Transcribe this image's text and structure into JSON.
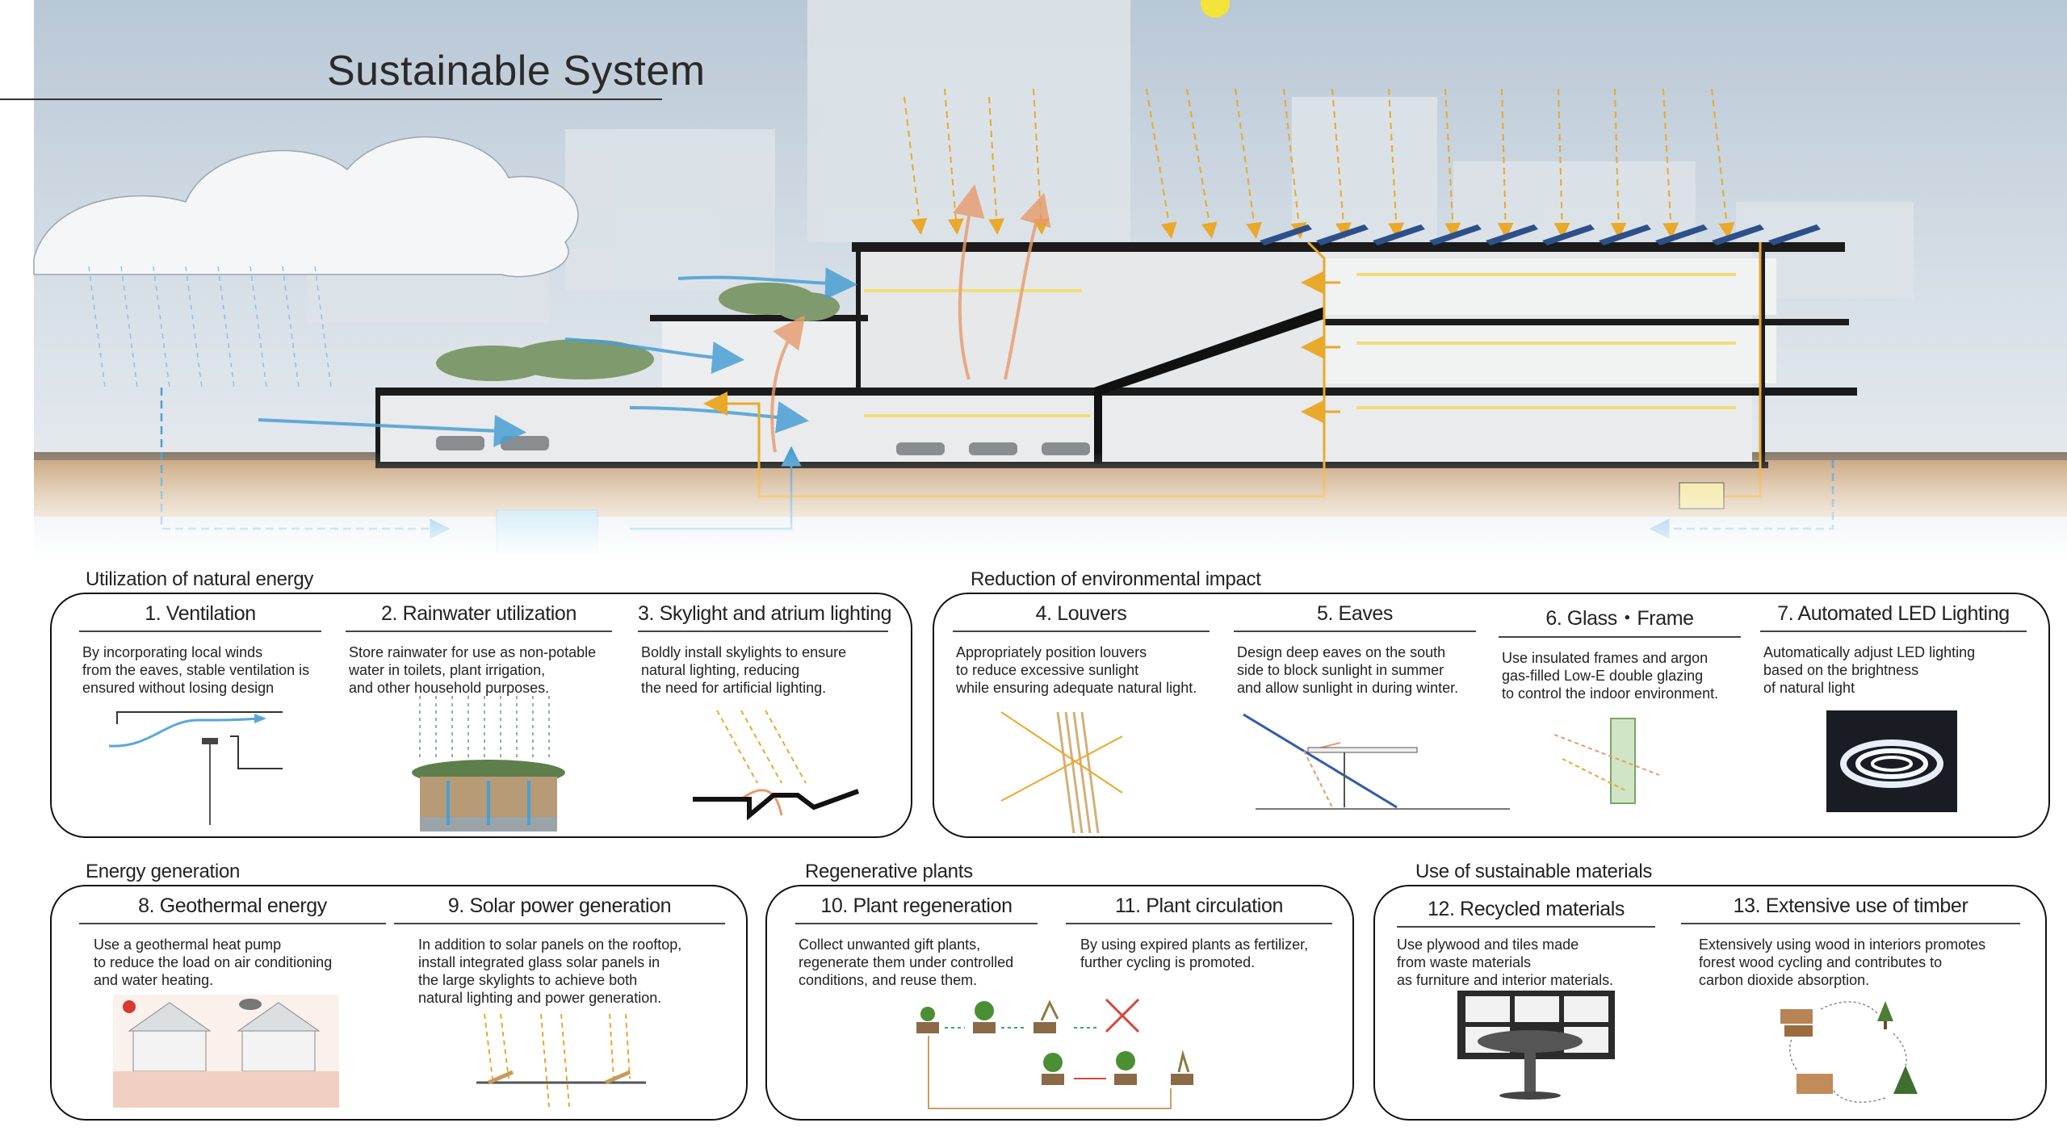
{
  "title": "Sustainable System",
  "groups": {
    "natural": {
      "label": "Utilization of natural energy",
      "items": [
        {
          "title": "1. Ventilation",
          "desc": [
            "By incorporating local winds",
            "from the eaves, stable ventilation is",
            "ensured without losing design"
          ]
        },
        {
          "title": "2. Rainwater utilization",
          "desc": [
            "Store rainwater for use as non-potable",
            "water in toilets, plant irrigation,",
            "and other household purposes."
          ]
        },
        {
          "title": "3. Skylight and atrium lighting",
          "desc": [
            "Boldly install skylights to ensure",
            "natural lighting, reducing",
            "the need for artificial lighting."
          ]
        }
      ]
    },
    "impact": {
      "label": "Reduction of environmental impact",
      "items": [
        {
          "title": "4. Louvers",
          "desc": [
            "Appropriately position louvers",
            "to reduce excessive sunlight",
            "while ensuring adequate natural light."
          ]
        },
        {
          "title": "5. Eaves",
          "desc": [
            "Design deep eaves on the south",
            "side to block sunlight in summer",
            "and allow sunlight in during winter."
          ]
        },
        {
          "title": "6. Glass・Frame",
          "desc": [
            "Use insulated frames and argon",
            "gas-filled Low-E double glazing",
            "to control the indoor environment."
          ]
        },
        {
          "title": "7. Automated LED Lighting",
          "desc": [
            "Automatically adjust LED lighting",
            "based on the brightness",
            "of natural light"
          ]
        }
      ]
    },
    "energy": {
      "label": "Energy generation",
      "items": [
        {
          "title": "8. Geothermal energy",
          "desc": [
            "Use a geothermal heat pump",
            "to reduce the load on air conditioning",
            "and water heating."
          ]
        },
        {
          "title": "9. Solar power generation",
          "desc": [
            "In addition to solar panels on the rooftop,",
            "install integrated glass solar panels in",
            "the large skylights to achieve both",
            "natural lighting and power generation."
          ]
        }
      ]
    },
    "plants": {
      "label": "Regenerative plants",
      "items": [
        {
          "title": "10. Plant regeneration",
          "desc": [
            "Collect unwanted gift plants,",
            "regenerate them under controlled",
            "conditions, and reuse them."
          ]
        },
        {
          "title": "11. Plant circulation",
          "desc": [
            "By using expired plants as fertilizer,",
            "further cycling is promoted."
          ]
        }
      ]
    },
    "materials": {
      "label": "Use of sustainable materials",
      "items": [
        {
          "title": "12. Recycled materials",
          "desc": [
            "Use plywood and tiles made",
            "from waste materials",
            "as furniture and interior materials."
          ]
        },
        {
          "title": "13. Extensive use of timber",
          "desc": [
            "Extensively using wood in interiors promotes",
            "forest wood cycling and contributes to",
            "carbon dioxide absorption."
          ]
        }
      ]
    }
  },
  "colors": {
    "air": "#5aa7d6",
    "sun": "#f2b632",
    "heat": "#e89a6a",
    "water": "#68b8dd",
    "ground": "#c9a47c",
    "panel_border": "#111111"
  }
}
